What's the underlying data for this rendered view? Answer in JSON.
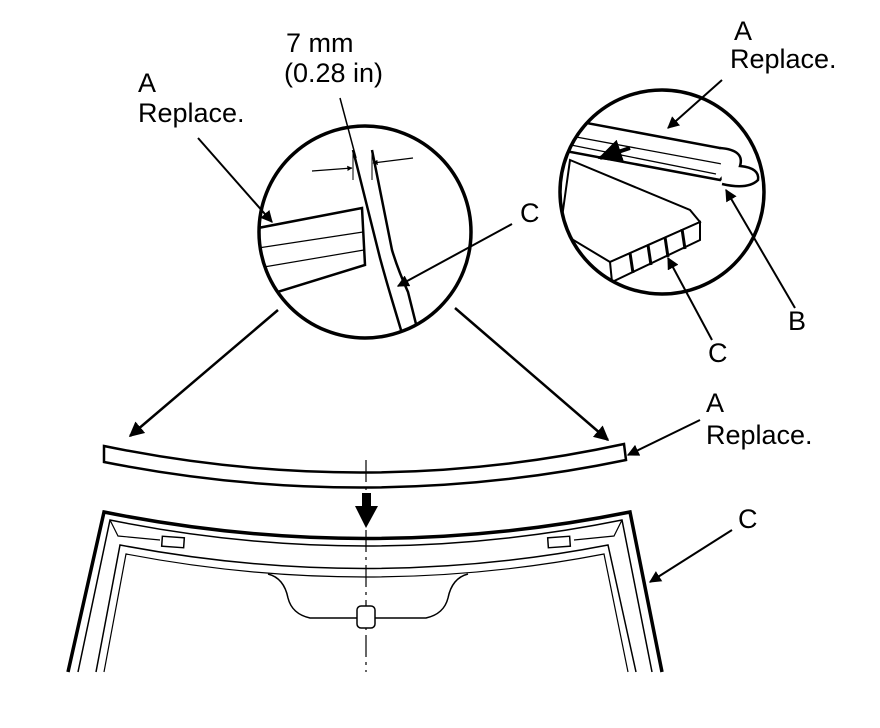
{
  "labels": {
    "dimension_mm": "7 mm",
    "dimension_in": "(0.28 in)",
    "left_callout_letter": "A",
    "left_callout_text": "Replace.",
    "left_c": "C",
    "right_callout_letter": "A",
    "right_callout_text": "Replace.",
    "right_b": "B",
    "right_c": "C",
    "molding_letter": "A",
    "molding_text": "Replace.",
    "windshield_c": "C"
  }
}
